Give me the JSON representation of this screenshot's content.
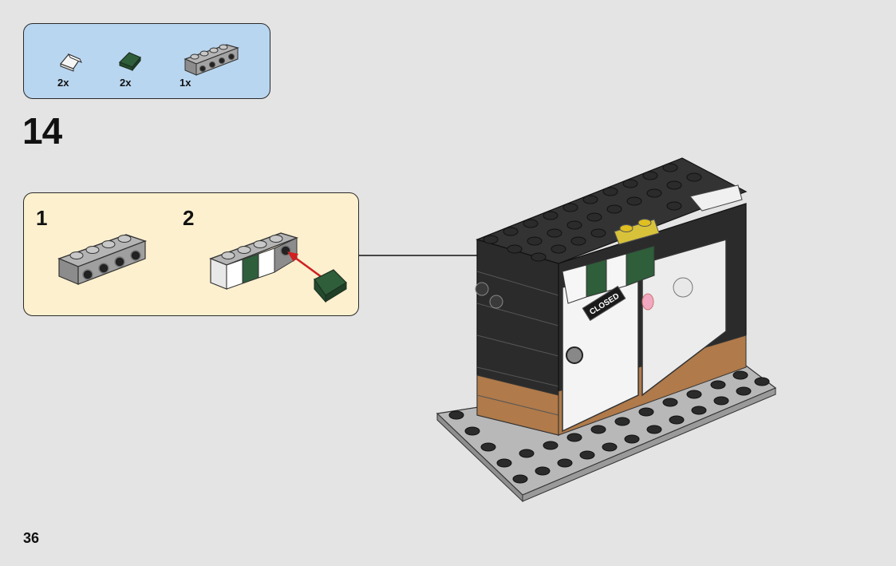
{
  "parts_list": {
    "items": [
      {
        "name": "white-slope-piece",
        "quantity": "2x",
        "color": "#f4f4f4"
      },
      {
        "name": "dark-green-slope-piece",
        "quantity": "2x",
        "color": "#2e5e3a"
      },
      {
        "name": "gray-bracket-plate",
        "quantity": "1x",
        "color": "#a3a3a3"
      }
    ]
  },
  "step": {
    "number": "14"
  },
  "substeps": [
    {
      "number": "1"
    },
    {
      "number": "2"
    }
  ],
  "model": {
    "sign_text": "CLOSED"
  },
  "colors": {
    "parts_bg": "#b9d6f0",
    "substep_bg": "#fdf0cf",
    "arrow_red": "#d02020",
    "awning_green": "#2e5e3a",
    "brick_black": "#2b2b2b",
    "base_gray": "#a0a0a0",
    "brick_brown": "#b07a4a"
  },
  "page": {
    "number": "36"
  }
}
